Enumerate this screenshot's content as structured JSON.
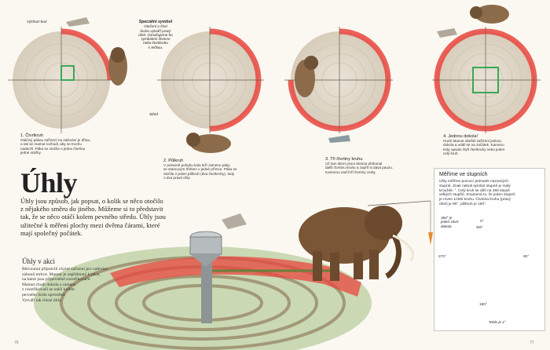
{
  "start_label": "Výchozí bod",
  "special_symbol": {
    "title": "Speciální symbol",
    "lines": [
      "Otočení o čtvrt",
      "kruhu vytváří pravý",
      "úhel. Označujeme ho",
      "symbolem čtverce",
      "nebo čtvrtkruhu",
      "s tečkou."
    ]
  },
  "center_label": "Střed",
  "steps": [
    {
      "title": "1. Čtvrtkruh",
      "lines": [
        "Otáčivý pákou zařízení na zalévání je dřina,",
        "a tak se mamut rozhodl, aby se trochu",
        "nadechl. Páka se otočila o jednu čtvrtinu",
        "jedné otáčky."
      ]
    },
    {
      "title": "2. Půlkruh",
      "lines": [
        "V polovině pohybu kola leží zameno páky",
        "se starouvým hřeben v jedné přímce. Páka se",
        "otočila o jeden půlkruh (dva čtvrtkruhy), tedy",
        "o dva pravé úhly."
      ]
    },
    {
      "title": "3. Tři čtvrtiny kruhu",
      "lines": [
        "Už tam skoro jsou! Mamut překonal",
        "další čtvrtinu kruhu a zapřít si dává pauzu.",
        "Kamerou otočil tři čtvrtiny cesty."
      ]
    },
    {
      "title": "4. Jednou dokola!",
      "lines": [
        "Hurá! Mamut obešel zařízení jednou",
        "dokola a vrátil se na začátek. Kamenu",
        "tedy opsalo čtyři čtvrtkruhy nebo jeden",
        "celý kruh."
      ]
    }
  ],
  "title": "Úhly",
  "intro": [
    "Úhly jsou způsob, jak popsat, o kolik se něco otočilo",
    "z nějakého směru do jiného. Můžeme si to představit",
    "tak, že se něco otáčí kolem pevného středu. Úhly jsou",
    "užitečné k měření plochy mezi dvěma čárami, které",
    "mají společný počátek."
  ],
  "action": {
    "title": "Úhly v akci",
    "lines": [
      "Běrcounní připravili chytré zařízení pro zalévání",
      "záhonů mrkve. Mamut je zapřáhnutý k páce,",
      "na které jsou připevněné rozstřikovače.",
      "Mamut chodí dokola a rameno",
      "z rozstřikovačí se otáčí kolem",
      "pevného bodu uprostřed.",
      "Vytváří tak různé úhly."
    ]
  },
  "degrees_box": {
    "title": "Měříme ve stupních",
    "lines": [
      "Úhly měříme pomocí jednotek nazvaných",
      "stupně. Znak neboli symbol stupně je malý",
      "kroužek: °. Celý kruh se dělí na 360 stejně",
      "velkých stupňů. Znamená to, že jeden stupeň",
      "je roven 1/360 kruhu. Čtvrtina kruhu (pravý",
      "úhel) je 90°, půlkruh je 180°."
    ],
    "note_360": [
      "360° je",
      "jeden závrt",
      "dokola"
    ],
    "labels": {
      "top": "0°",
      "top2": "360°",
      "right": "90°",
      "bottom": "180°",
      "left": "270°"
    },
    "small_note": "Tohle je 1°"
  },
  "page_left": "76",
  "page_right": "77"
}
